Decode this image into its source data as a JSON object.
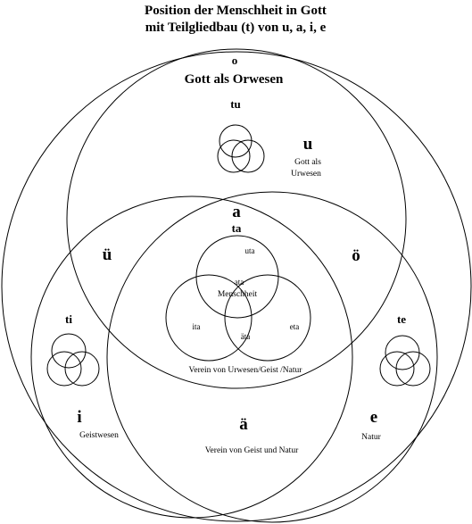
{
  "title": {
    "line1": "Position der Menschheit in Gott",
    "line2": "mit Teilgliedbau (t) von u, a, i, e"
  },
  "labels": {
    "o": "o",
    "gott_als_orwesen_main": "Gott als Orwesen",
    "tu": "tu",
    "u": "u",
    "gott_als": "Gott als",
    "urwesen": "Urwesen",
    "a": "a",
    "ta": "ta",
    "ue": "ü",
    "oe": "ö",
    "uta": "uta",
    "ata": "ata",
    "menschheit": "Menschheit",
    "ita": "ita",
    "eta": "eta",
    "aeta": "äta",
    "verein_urwesen_geist_natur": "Verein von Urwesen/Geist /Natur",
    "ti": "ti",
    "te": "te",
    "i": "i",
    "geistwesen": "Geistwesen",
    "ae": "ä",
    "e": "e",
    "natur": "Natur",
    "verein_geist_natur": "Verein von Geist und Natur"
  },
  "colors": {
    "stroke": "#000000",
    "background": "#ffffff"
  }
}
